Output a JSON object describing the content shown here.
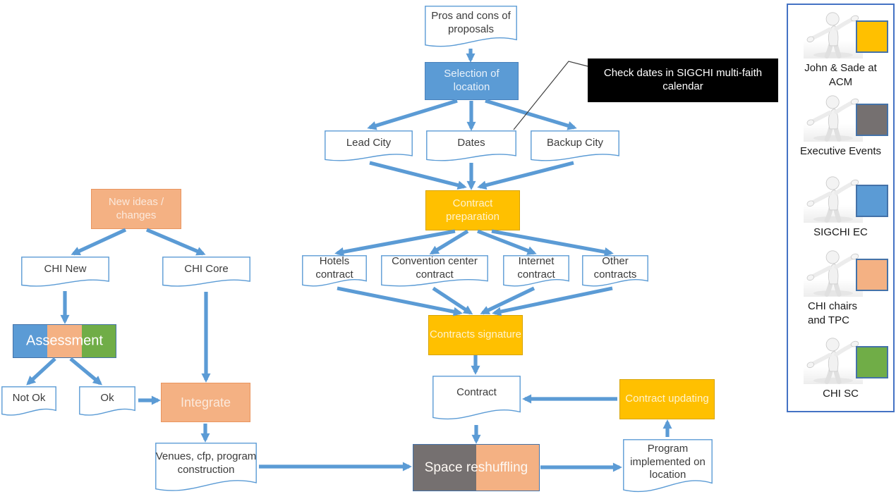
{
  "palette": {
    "blue": "#5B9BD5",
    "yellow": "#FFC000",
    "orange": "#F4B183",
    "green": "#70AD47",
    "gray": "#757070",
    "black": "#000000",
    "arrow_blue": "#5B9BD5",
    "doc_border": "#5B9BD5",
    "legend_border": "#4472C4",
    "text_dark": "#3B3B3B"
  },
  "diagram": {
    "nodes": {
      "pros_cons": "Pros and cons of proposals",
      "selection": "Selection of location",
      "callout": "Check dates in SIGCHI multi-faith calendar",
      "lead_city": "Lead City",
      "dates": "Dates",
      "backup_city": "Backup City",
      "contract_preparation": "Contract preparation",
      "hotels_contract": "Hotels contract",
      "convention_contract": "Convention center contract",
      "internet_contract": "Internet contract",
      "other_contracts": "Other contracts",
      "contracts_signature": "Contracts signature",
      "contract": "Contract",
      "contract_updating": "Contract updating",
      "space_reshuffling": "Space reshuffling",
      "program_implemented": "Program implemented on location",
      "new_ideas": "New ideas / changes",
      "chi_new": "CHI New",
      "chi_core": "CHI Core",
      "assessment": "Assessment",
      "not_ok": "Not Ok",
      "ok": "Ok",
      "integrate": "Integrate",
      "venues": "Venues, cfp, program construction"
    }
  },
  "legend": {
    "items": [
      {
        "label": "John & Sade at ACM",
        "color": "#FFC000"
      },
      {
        "label": "Executive Events",
        "color": "#757070"
      },
      {
        "label": "SIGCHI EC",
        "color": "#5B9BD5"
      },
      {
        "label": "CHI chairs and TPC",
        "color": "#F4B183"
      },
      {
        "label": "CHI SC",
        "color": "#70AD47"
      }
    ]
  }
}
